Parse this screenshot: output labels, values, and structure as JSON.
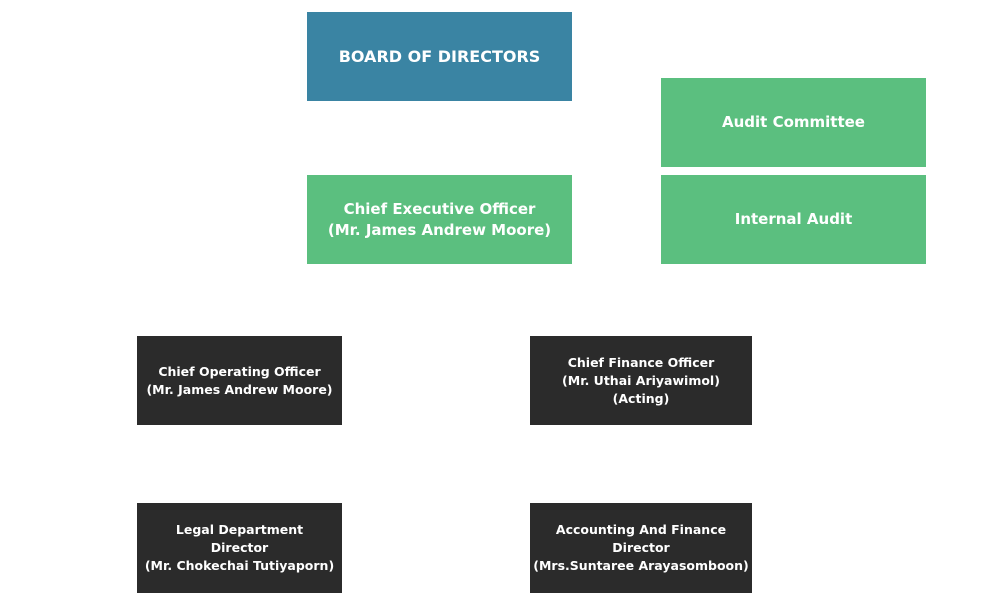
{
  "org_chart": {
    "board": {
      "lines": [
        "BOARD OF DIRECTORS"
      ]
    },
    "audit_committee": {
      "lines": [
        "Audit Committee"
      ]
    },
    "internal_audit": {
      "lines": [
        "Internal Audit"
      ]
    },
    "ceo": {
      "lines": [
        "Chief Executive Officer",
        "(Mr. James Andrew Moore)"
      ]
    },
    "coo": {
      "lines": [
        "Chief Operating Officer",
        "(Mr. James Andrew Moore)"
      ]
    },
    "cfo": {
      "lines": [
        "Chief Finance Officer",
        "(Mr. Uthai Ariyawimol)",
        "(Acting)"
      ]
    },
    "legal": {
      "lines": [
        "Legal Department",
        "Director",
        "(Mr. Chokechai Tutiyaporn)"
      ]
    },
    "accounting": {
      "lines": [
        "Accounting And Finance",
        "Director",
        "(Mrs.Suntaree Arayasomboon)"
      ]
    }
  },
  "colors": {
    "board": "#3a84a3",
    "committee": "#5bbf7f",
    "executive": "#2b2b2b",
    "text": "#ffffff"
  }
}
